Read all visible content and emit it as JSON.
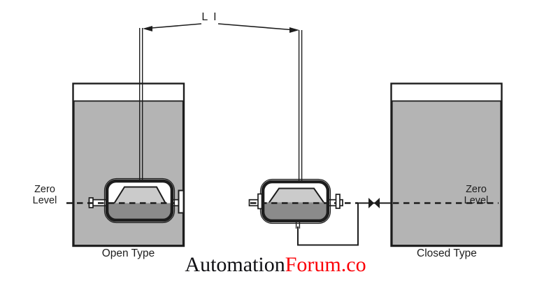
{
  "labels": {
    "instrument": "L I",
    "zero": "Zero",
    "level": "Level",
    "open_type": "Open Type",
    "closed_type": "Closed Type"
  },
  "watermark": {
    "black_part": "Automation",
    "red_part": "Forum.co"
  },
  "colors": {
    "line": "#1d1d1d",
    "tank-fill": "#b4b4b4",
    "liquid-fill": "#8b8b8b",
    "displacer-fill": "#cbcbcb",
    "watermark-black": "#101014",
    "watermark-red": "#fb0007",
    "background": "#ffffff"
  }
}
